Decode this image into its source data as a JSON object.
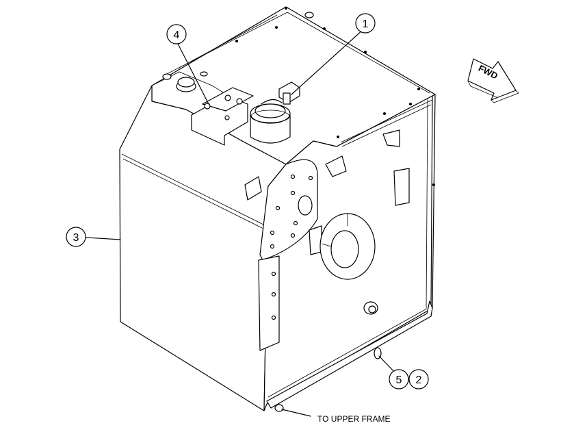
{
  "diagram": {
    "callouts": [
      {
        "id": "c1",
        "label": "1"
      },
      {
        "id": "c2",
        "label": "2"
      },
      {
        "id": "c3",
        "label": "3"
      },
      {
        "id": "c4",
        "label": "4"
      },
      {
        "id": "c5",
        "label": "5"
      }
    ],
    "fwd_label": "FWD",
    "note": "TO UPPER FRAME"
  }
}
